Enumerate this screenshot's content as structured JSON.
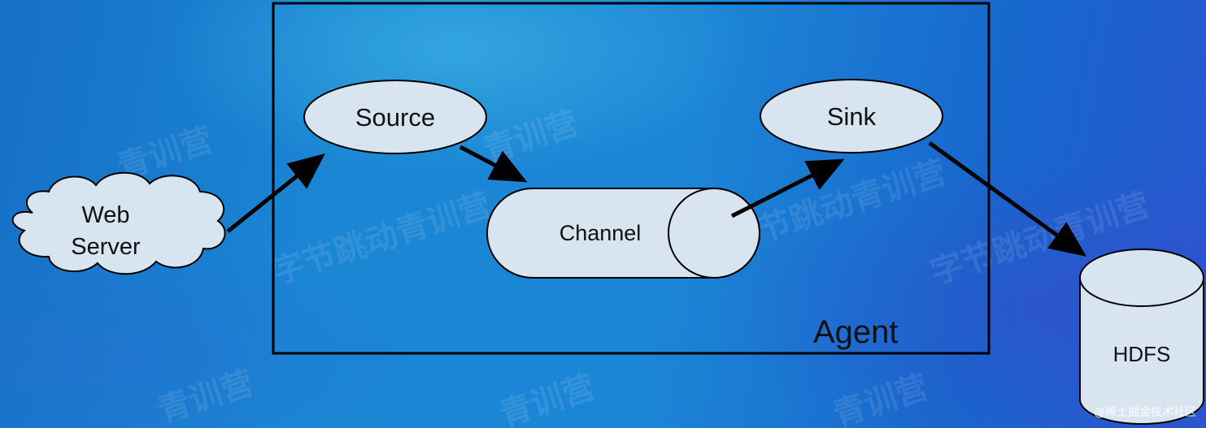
{
  "nodes": {
    "web_server": {
      "line1": "Web",
      "line2": "Server"
    },
    "source": "Source",
    "channel": "Channel",
    "sink": "Sink",
    "hdfs": "HDFS",
    "agent": "Agent"
  },
  "watermark": {
    "text_a": "青训营",
    "text_b": "字节跳动青训营"
  },
  "credit": "@稀土掘金技术社区",
  "colors": {
    "node_fill": "#d8e5f1",
    "stroke": "#000000",
    "background": "#1a86d4"
  }
}
